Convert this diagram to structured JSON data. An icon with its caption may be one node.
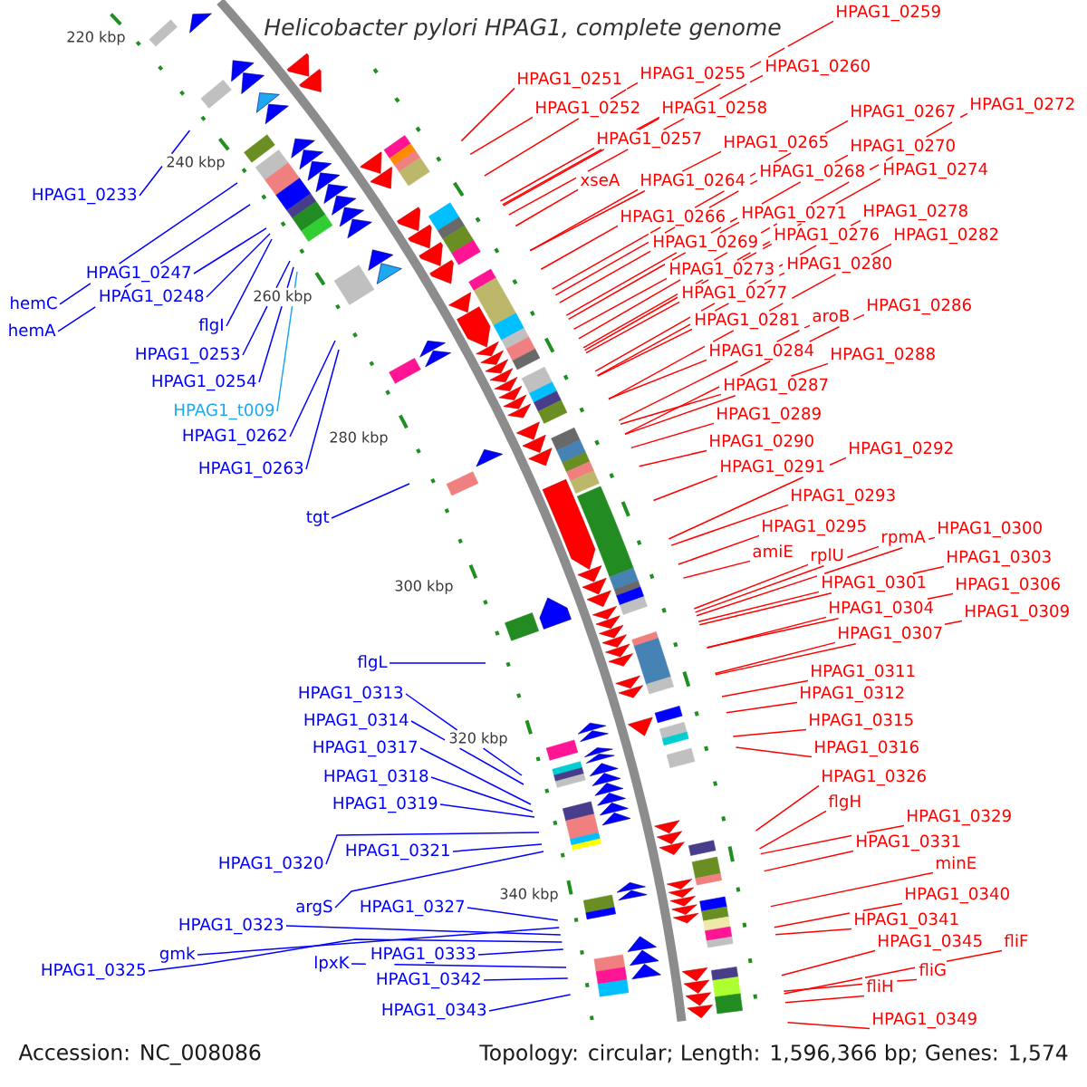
{
  "diagram": {
    "title": "Helicobacter pylori HPAG1, complete genome",
    "nodes": [
      {
        "text": [
          "HPAG1_0259"
        ]
      },
      {
        "text": [
          "HPAG1_0260"
        ]
      },
      {
        "text": [
          "HPAG1_0255"
        ]
      },
      {
        "text": [
          "HPAG1_0251"
        ]
      },
      {
        "text": [
          "HPAG1_0272"
        ]
      },
      {
        "text": [
          "HPAG1_0252"
        ]
      },
      {
        "text": [
          "HPAG1_0258"
        ]
      },
      {
        "text": [
          "HPAG1_0267"
        ]
      },
      {
        "text": [
          "HPAG1_0257"
        ]
      },
      {
        "text": [
          "HPAG1_0265"
        ]
      },
      {
        "text": [
          "HPAG1_0270"
        ]
      },
      {
        "text": [
          "HPAG1_0274"
        ]
      },
      {
        "text": [
          "HPAG1_0268"
        ]
      },
      {
        "text": [
          "xseA"
        ]
      },
      {
        "text": [
          "HPAG1_0264"
        ]
      },
      {
        "text": [
          "HPAG1_0233"
        ]
      },
      {
        "text": [
          "HPAG1_0278"
        ]
      },
      {
        "text": [
          "HPAG1_0271"
        ]
      },
      {
        "text": [
          "HPAG1_0266"
        ]
      },
      {
        "text": [
          "HPAG1_0276"
        ]
      },
      {
        "text": [
          "HPAG1_0282"
        ]
      },
      {
        "text": [
          "HPAG1_0269"
        ]
      },
      {
        "text": [
          "HPAG1_0280"
        ]
      },
      {
        "text": [
          "HPAG1_0273"
        ]
      },
      {
        "text": [
          "HPAG1_0247"
        ]
      },
      {
        "text": [
          "HPAG1_0277"
        ]
      },
      {
        "text": [
          "HPAG1_0248"
        ]
      },
      {
        "text": [
          "hemC"
        ]
      },
      {
        "text": [
          "HPAG1_0286"
        ]
      },
      {
        "text": [
          "aroB"
        ]
      },
      {
        "text": [
          "HPAG1_0281"
        ]
      },
      {
        "text": [
          "flgI"
        ]
      },
      {
        "text": [
          "hemA"
        ]
      },
      {
        "text": [
          "HPAG1_0284"
        ]
      },
      {
        "text": [
          "HPAG1_0253"
        ]
      },
      {
        "text": [
          "HPAG1_0288"
        ]
      },
      {
        "text": [
          "HPAG1_0254"
        ]
      },
      {
        "text": [
          "HPAG1_0287"
        ]
      },
      {
        "text": [
          "HPAG1_t009"
        ]
      },
      {
        "text": [
          "HPAG1_0289"
        ]
      },
      {
        "text": [
          "HPAG1_0262"
        ]
      },
      {
        "text": [
          "HPAG1_0290"
        ]
      },
      {
        "text": [
          "HPAG1_0292"
        ]
      },
      {
        "text": [
          "HPAG1_0291"
        ]
      },
      {
        "text": [
          "HPAG1_0263"
        ]
      },
      {
        "text": [
          "HPAG1_0293"
        ]
      },
      {
        "text": [
          "tgt"
        ]
      },
      {
        "text": [
          "HPAG1_0295"
        ]
      },
      {
        "text": [
          "HPAG1_0300"
        ]
      },
      {
        "text": [
          "rpmA"
        ]
      },
      {
        "text": [
          "amiE"
        ]
      },
      {
        "text": [
          "rplU"
        ]
      },
      {
        "text": [
          "HPAG1_0303"
        ]
      },
      {
        "text": [
          "HPAG1_0301"
        ]
      },
      {
        "text": [
          "HPAG1_0306"
        ]
      },
      {
        "text": [
          "HPAG1_0304"
        ]
      },
      {
        "text": [
          "HPAG1_0309"
        ]
      },
      {
        "text": [
          "HPAG1_0307"
        ]
      },
      {
        "text": [
          "flgL"
        ]
      },
      {
        "text": [
          "HPAG1_0311"
        ]
      },
      {
        "text": [
          "HPAG1_0313"
        ]
      },
      {
        "text": [
          "HPAG1_0312"
        ]
      },
      {
        "text": [
          "HPAG1_0314"
        ]
      },
      {
        "text": [
          "HPAG1_0315"
        ]
      },
      {
        "text": [
          "HPAG1_0317"
        ]
      },
      {
        "text": [
          "HPAG1_0316"
        ]
      },
      {
        "text": [
          "HPAG1_0318"
        ]
      },
      {
        "text": [
          "HPAG1_0326"
        ]
      },
      {
        "text": [
          "flgH"
        ]
      },
      {
        "text": [
          "HPAG1_0319"
        ]
      },
      {
        "text": [
          "HPAG1_0329"
        ]
      },
      {
        "text": [
          "HPAG1_0331"
        ]
      },
      {
        "text": [
          "HPAG1_0321"
        ]
      },
      {
        "text": [
          "HPAG1_0320"
        ]
      },
      {
        "text": [
          "minE"
        ]
      },
      {
        "text": [
          "HPAG1_0340"
        ]
      },
      {
        "text": [
          "argS"
        ]
      },
      {
        "text": [
          "HPAG1_0327"
        ]
      },
      {
        "text": [
          "HPAG1_0341"
        ]
      },
      {
        "text": [
          "HPAG1_0323"
        ]
      },
      {
        "text": [
          "HPAG1_0345"
        ]
      },
      {
        "text": [
          "fliF"
        ]
      },
      {
        "text": [
          "gmk"
        ]
      },
      {
        "text": [
          "HPAG1_0333"
        ]
      },
      {
        "text": [
          "lpxK"
        ]
      },
      {
        "text": [
          "HPAG1_0325"
        ]
      },
      {
        "text": [
          "fliG"
        ]
      },
      {
        "text": [
          "HPAG1_0342"
        ]
      },
      {
        "text": [
          "fliH"
        ]
      },
      {
        "text": [
          "HPAG1_0343"
        ]
      },
      {
        "text": [
          "HPAG1_0349"
        ]
      }
    ],
    "edges": [
      {
        "from": 0,
        "to": null,
        "arrow": "none"
      },
      {
        "from": 1,
        "to": null,
        "arrow": "none"
      },
      {
        "from": 2,
        "to": null,
        "arrow": "none"
      },
      {
        "from": 3,
        "to": null,
        "arrow": "none"
      },
      {
        "from": 4,
        "to": null,
        "arrow": "none"
      },
      {
        "from": 5,
        "to": null,
        "arrow": "none"
      },
      {
        "from": 6,
        "to": null,
        "arrow": "none"
      },
      {
        "from": 7,
        "to": null,
        "arrow": "none"
      },
      {
        "from": 8,
        "to": null,
        "arrow": "none"
      },
      {
        "from": 9,
        "to": null,
        "arrow": "none"
      },
      {
        "from": 10,
        "to": null,
        "arrow": "none"
      },
      {
        "from": 11,
        "to": null,
        "arrow": "none"
      },
      {
        "from": 12,
        "to": null,
        "arrow": "none"
      },
      {
        "from": 13,
        "to": null,
        "arrow": "none"
      },
      {
        "from": 14,
        "to": null,
        "arrow": "none"
      },
      {
        "from": 15,
        "to": null,
        "arrow": "none",
        "color": "#0000ff"
      },
      {
        "from": 16,
        "to": null,
        "arrow": "none"
      },
      {
        "from": 17,
        "to": null,
        "arrow": "none"
      },
      {
        "from": 18,
        "to": null,
        "arrow": "none"
      },
      {
        "from": 19,
        "to": null,
        "arrow": "none"
      },
      {
        "from": 20,
        "to": null,
        "arrow": "none"
      },
      {
        "from": 21,
        "to": null,
        "arrow": "none"
      },
      {
        "from": 22,
        "to": null,
        "arrow": "none"
      },
      {
        "from": 23,
        "to": null,
        "arrow": "none"
      },
      {
        "from": 24,
        "to": null,
        "arrow": "none",
        "color": "#0000ff"
      },
      {
        "from": 25,
        "to": null,
        "arrow": "none"
      },
      {
        "from": 26,
        "to": null,
        "arrow": "none",
        "color": "#0000ff"
      },
      {
        "from": 27,
        "to": null,
        "arrow": "none",
        "color": "#0000ff"
      },
      {
        "from": 28,
        "to": null,
        "arrow": "none"
      },
      {
        "from": 29,
        "to": null,
        "arrow": "none"
      },
      {
        "from": 30,
        "to": null,
        "arrow": "none"
      },
      {
        "from": 31,
        "to": null,
        "arrow": "none",
        "color": "#0000ff"
      },
      {
        "from": 32,
        "to": null,
        "arrow": "none",
        "color": "#0000ff"
      },
      {
        "from": 33,
        "to": null,
        "arrow": "none"
      },
      {
        "from": 34,
        "to": null,
        "arrow": "none",
        "color": "#0000ff"
      },
      {
        "from": 35,
        "to": null,
        "arrow": "none"
      },
      {
        "from": 36,
        "to": null,
        "arrow": "none",
        "color": "#0000ff"
      },
      {
        "from": 37,
        "to": null,
        "arrow": "none"
      },
      {
        "from": 38,
        "to": null,
        "arrow": "none",
        "color": "#1ea8f0"
      },
      {
        "from": 39,
        "to": null,
        "arrow": "none"
      },
      {
        "from": 40,
        "to": null,
        "arrow": "none",
        "color": "#0000ff"
      },
      {
        "from": 41,
        "to": null,
        "arrow": "none"
      },
      {
        "from": 42,
        "to": null,
        "arrow": "none"
      },
      {
        "from": 43,
        "to": null,
        "arrow": "none"
      },
      {
        "from": 44,
        "to": null,
        "arrow": "none",
        "color": "#0000ff"
      },
      {
        "from": 45,
        "to": null,
        "arrow": "none"
      },
      {
        "from": 46,
        "to": null,
        "arrow": "none",
        "color": "#0000ff"
      },
      {
        "from": 47,
        "to": null,
        "arrow": "none"
      },
      {
        "from": 48,
        "to": null,
        "arrow": "none"
      },
      {
        "from": 49,
        "to": null,
        "arrow": "none"
      },
      {
        "from": 50,
        "to": null,
        "arrow": "none"
      },
      {
        "from": 51,
        "to": null,
        "arrow": "none"
      },
      {
        "from": 52,
        "to": null,
        "arrow": "none"
      },
      {
        "from": 53,
        "to": null,
        "arrow": "none"
      },
      {
        "from": 54,
        "to": null,
        "arrow": "none"
      },
      {
        "from": 55,
        "to": null,
        "arrow": "none"
      },
      {
        "from": 56,
        "to": null,
        "arrow": "none"
      },
      {
        "from": 57,
        "to": null,
        "arrow": "none"
      },
      {
        "from": 58,
        "to": null,
        "arrow": "none",
        "color": "#0000ff"
      },
      {
        "from": 59,
        "to": null,
        "arrow": "none"
      },
      {
        "from": 60,
        "to": null,
        "arrow": "none",
        "color": "#0000ff"
      },
      {
        "from": 61,
        "to": null,
        "arrow": "none"
      },
      {
        "from": 62,
        "to": null,
        "arrow": "none",
        "color": "#0000ff"
      },
      {
        "from": 63,
        "to": null,
        "arrow": "none"
      },
      {
        "from": 64,
        "to": null,
        "arrow": "none",
        "color": "#0000ff"
      },
      {
        "from": 65,
        "to": null,
        "arrow": "none"
      },
      {
        "from": 66,
        "to": null,
        "arrow": "none",
        "color": "#0000ff"
      },
      {
        "from": 67,
        "to": null,
        "arrow": "none"
      },
      {
        "from": 68,
        "to": null,
        "arrow": "none"
      },
      {
        "from": 69,
        "to": null,
        "arrow": "none",
        "color": "#0000ff"
      },
      {
        "from": 70,
        "to": null,
        "arrow": "none"
      },
      {
        "from": 71,
        "to": null,
        "arrow": "none"
      },
      {
        "from": 72,
        "to": null,
        "arrow": "none",
        "color": "#0000ff"
      },
      {
        "from": 73,
        "to": null,
        "arrow": "none",
        "color": "#0000ff"
      },
      {
        "from": 74,
        "to": null,
        "arrow": "none"
      },
      {
        "from": 75,
        "to": null,
        "arrow": "none"
      },
      {
        "from": 76,
        "to": null,
        "arrow": "none",
        "color": "#0000ff"
      },
      {
        "from": 77,
        "to": null,
        "arrow": "none",
        "color": "#0000ff"
      },
      {
        "from": 78,
        "to": null,
        "arrow": "none"
      },
      {
        "from": 79,
        "to": null,
        "arrow": "none",
        "color": "#0000ff"
      },
      {
        "from": 80,
        "to": null,
        "arrow": "none"
      },
      {
        "from": 81,
        "to": null,
        "arrow": "none"
      },
      {
        "from": 82,
        "to": null,
        "arrow": "none",
        "color": "#0000ff"
      },
      {
        "from": 83,
        "to": null,
        "arrow": "none",
        "color": "#0000ff"
      },
      {
        "from": 84,
        "to": null,
        "arrow": "none",
        "color": "#0000ff"
      },
      {
        "from": 85,
        "to": null,
        "arrow": "none",
        "color": "#0000ff"
      },
      {
        "from": 86,
        "to": null,
        "arrow": "none"
      },
      {
        "from": 87,
        "to": null,
        "arrow": "none",
        "color": "#0000ff"
      },
      {
        "from": 88,
        "to": null,
        "arrow": "none"
      },
      {
        "from": 89,
        "to": null,
        "arrow": "none",
        "color": "#0000ff"
      },
      {
        "from": 90,
        "to": null,
        "arrow": "none"
      }
    ],
    "labels": [
      "220 kbp",
      "240 kbp",
      "260 kbp",
      "280 kbp",
      "300 kbp",
      "320 kbp",
      "340 kbp",
      "Accession: NC_008086",
      "Topology: circular; Length: 1,596,366 bp; Genes: 1,574"
    ]
  }
}
